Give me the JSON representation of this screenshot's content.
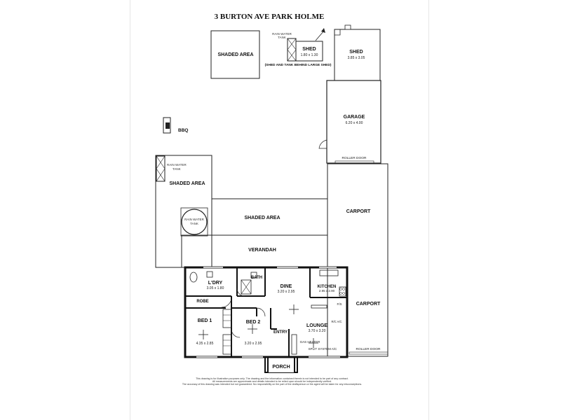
{
  "title": "3 BURTON AVE PARK HOLME",
  "areas": {
    "shaded_top": "SHADED AREA",
    "rain_tank_top": "RAIN WATER\nTANK",
    "shed_small": "SHED",
    "shed_small_dim": "1.80 x 1.30",
    "shed_note": "(SHED AND TANK BEHIND LARGE SHED)",
    "shed_large": "SHED",
    "shed_large_dim": "3.85 x 3.05",
    "garage": "GARAGE",
    "garage_dim": "6.20 x 4.00",
    "roller_door_garage": "ROLLER DOOR",
    "bbq": "BBQ",
    "rain_tank_left": "RAIN WATER\nTANK",
    "shaded_left": "SHADED AREA",
    "rain_tank_round": "RAIN WATER\nTANK",
    "shaded_mid": "SHADED AREA",
    "carport_top": "CARPORT",
    "verandah": "VERANDAH",
    "carport_bottom": "CARPORT",
    "roller_door_carport": "ROLLER DOOR"
  },
  "rooms": {
    "ldry": "L'DRY",
    "ldry_dim": "3.05 x 1.80",
    "bath": "BATH",
    "dine": "DINE",
    "dine_dim": "3.20 x 2.95",
    "kitchen": "KITCHEN",
    "kitchen_dim": "2.95 x 2.90",
    "robe": "ROBE",
    "bed1": "BED  1",
    "bed1_dim": "4.35 x 2.85",
    "bed2": "BED  2",
    "bed2_dim": "3.20 x 2.95",
    "entry": "ENTRY",
    "lounge": "LOUNGE",
    "lounge_dim": "3.70 x 3.20",
    "ac": "R/C A/C",
    "gas_heater": "GAS HEATER",
    "split_system": "SPLIT SYSTEM A/C",
    "fridge": "F/S",
    "porch": "PORCH"
  },
  "disclaimer": {
    "line1": "This drawing is for illustration purposes only. The drawing and the information contained therein is not intended to be part of any contract.",
    "line2": "All measurements are approximate and details intended to be relied upon should be independently verified.",
    "line3": "The accuracy of this drawing was intended but not guaranteed. No responsibility on the part of the draftsperson or the agent will be taken for any misconceptions."
  }
}
